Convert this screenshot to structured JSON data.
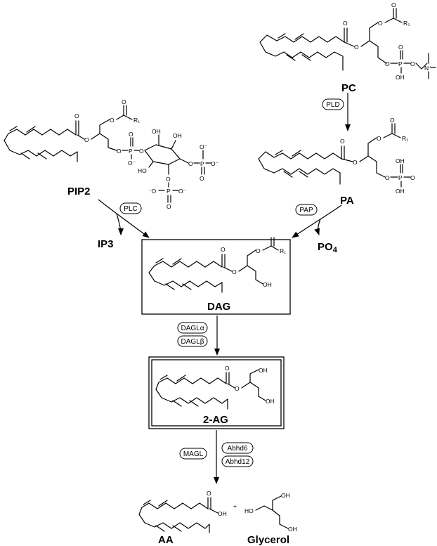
{
  "molecules": {
    "pc": "PC",
    "pa": "PA",
    "pip2": "PIP2",
    "ip3": "IP3",
    "po4": "PO",
    "po4_sub": "4",
    "dag": "DAG",
    "two_ag": "2-AG",
    "aa": "AA",
    "glycerol": "Glycerol",
    "plus": "+"
  },
  "enzymes": {
    "pld": "PLD",
    "plc": "PLC",
    "pap": "PAP",
    "dagla": "DAGLα",
    "daglb": "DAGLβ",
    "magl": "MAGL",
    "abhd6": "Abhd6",
    "abhd12": "Abhd12"
  },
  "atoms": {
    "o": "O",
    "oh": "OH",
    "ho": "HO",
    "p": "P",
    "o_minus": "O⁻",
    "minus_o": "⁻O",
    "r1": "R₁",
    "r2": "R₂",
    "n_plus": "N⁺"
  },
  "colors": {
    "ink": "#000000",
    "background": "#ffffff"
  }
}
